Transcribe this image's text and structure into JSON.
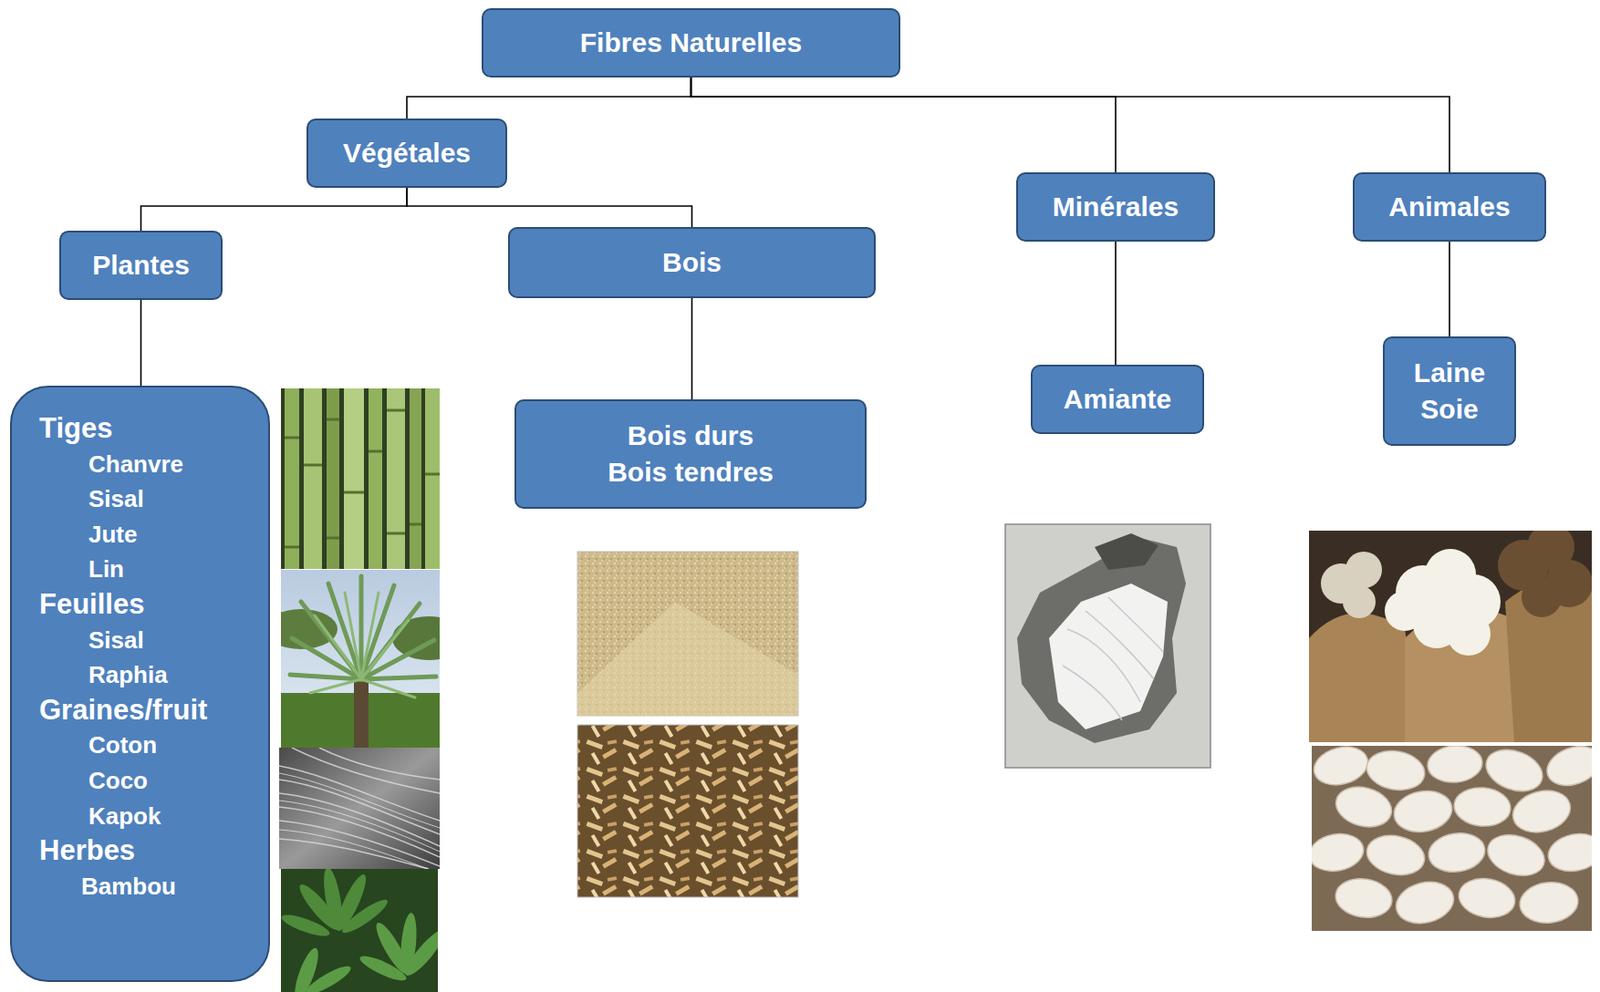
{
  "diagram": {
    "nodes": [
      {
        "text": [
          "Fibres Naturelles"
        ]
      },
      {
        "text": [
          "Végétales"
        ]
      },
      {
        "text": [
          "Minérales"
        ]
      },
      {
        "text": [
          "Animales"
        ]
      },
      {
        "text": [
          "Plantes"
        ]
      },
      {
        "text": [
          "Bois"
        ]
      },
      {
        "text": [
          "Tiges",
          "Chanvre",
          "Sisal",
          "Jute",
          "Lin",
          "Feuilles",
          "Sisal",
          "Raphia",
          "Graines/fruit",
          "Coton",
          "Coco",
          "Kapok",
          "Herbes",
          "Bambou"
        ]
      },
      {
        "text": [
          "Bois durs",
          "Bois tendres"
        ]
      },
      {
        "text": [
          "Amiante"
        ]
      },
      {
        "text": [
          "Laine",
          "Soie"
        ]
      }
    ],
    "edges": [
      {
        "from": 0,
        "to": 1,
        "arrow": "none"
      },
      {
        "from": 0,
        "to": 2,
        "arrow": "none"
      },
      {
        "from": 0,
        "to": 3,
        "arrow": "none"
      },
      {
        "from": 1,
        "to": 4,
        "arrow": "none"
      },
      {
        "from": 1,
        "to": 5,
        "arrow": "none"
      },
      {
        "from": 4,
        "to": 6,
        "arrow": "none"
      },
      {
        "from": 5,
        "to": 7,
        "arrow": "none"
      },
      {
        "from": 2,
        "to": 8,
        "arrow": "none"
      },
      {
        "from": 3,
        "to": 9,
        "arrow": "none"
      }
    ]
  }
}
